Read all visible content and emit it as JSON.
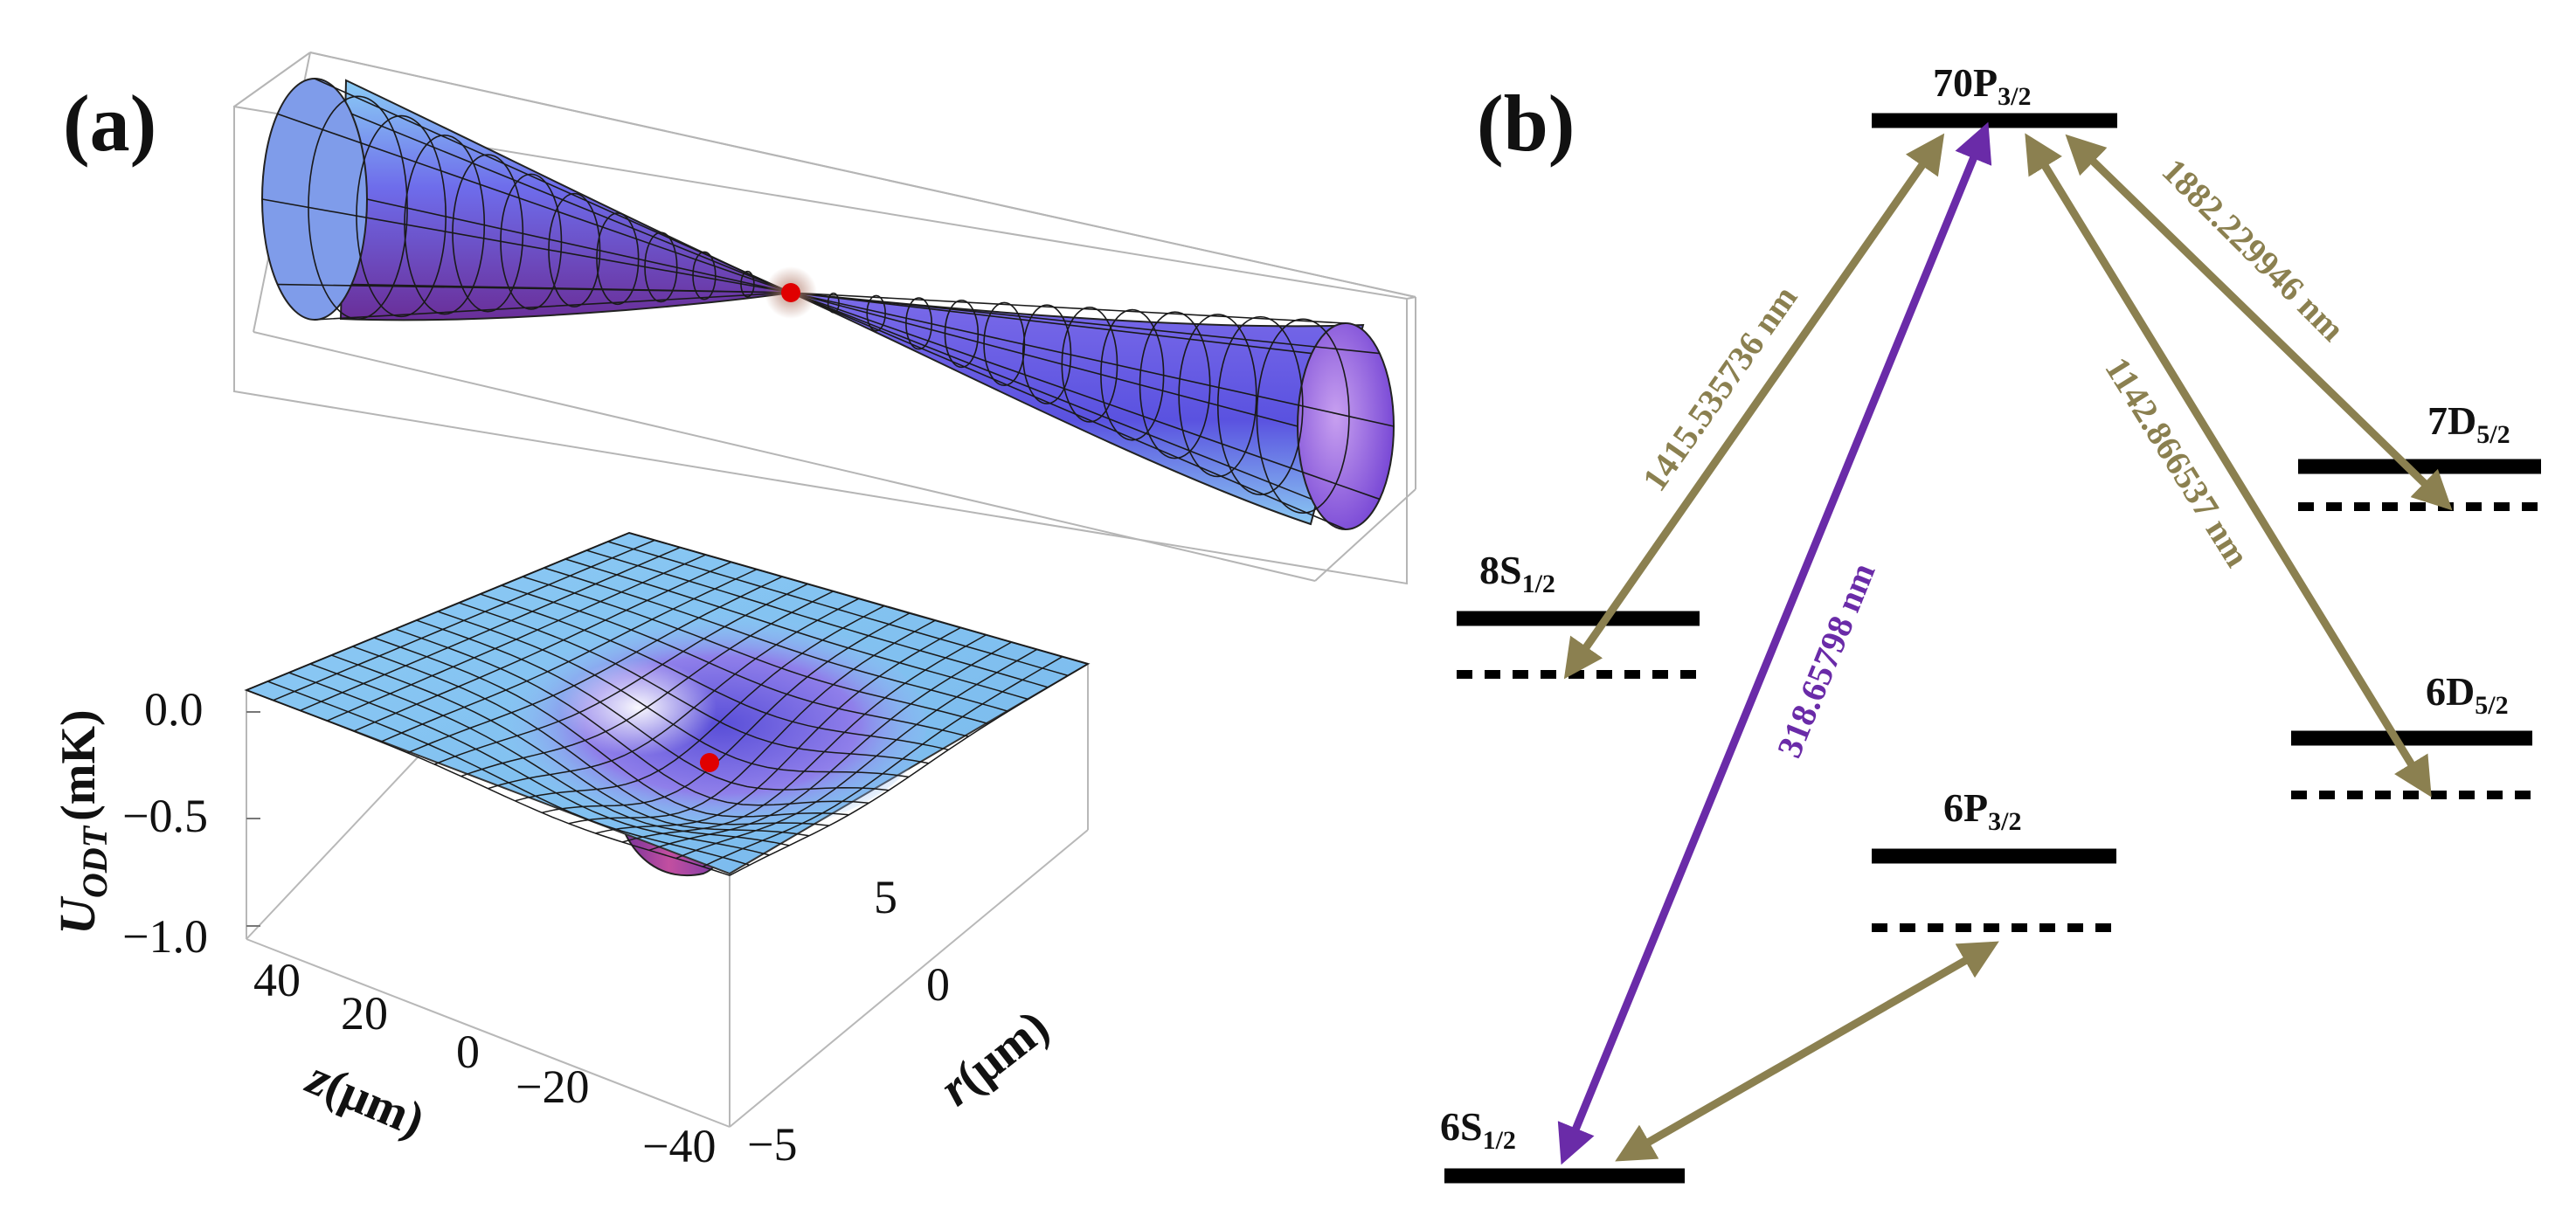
{
  "panel_a": {
    "label": "(a)",
    "potential_axis": {
      "title_main": "U",
      "title_sub": "ODT",
      "unit": "(mK)",
      "ticks": [
        "0.0",
        "−0.5",
        "−1.0"
      ]
    },
    "z_axis": {
      "title_var": "z",
      "unit": "(μm)",
      "ticks": [
        "40",
        "20",
        "0",
        "−20",
        "−40"
      ]
    },
    "r_axis": {
      "title_var": "r",
      "unit": "(μm)",
      "ticks": [
        "5",
        "0",
        "−5"
      ]
    }
  },
  "panel_b": {
    "label": "(b)",
    "levels": [
      {
        "id": "70p",
        "main": "70P",
        "sub": "3/2"
      },
      {
        "id": "8s",
        "main": "8S",
        "sub": "1/2"
      },
      {
        "id": "7d",
        "main": "7D",
        "sub": "5/2"
      },
      {
        "id": "6d",
        "main": "6D",
        "sub": "5/2"
      },
      {
        "id": "6p",
        "main": "6P",
        "sub": "3/2"
      },
      {
        "id": "6s",
        "main": "6S",
        "sub": "1/2"
      }
    ],
    "transitions": [
      {
        "id": "t-8s",
        "label": "1415.535736 nm"
      },
      {
        "id": "t-6s",
        "label": "318.65798 nm"
      },
      {
        "id": "t-6d",
        "label": "1142.866537 nm"
      },
      {
        "id": "t-7d",
        "label": "1882.229946 nm"
      }
    ]
  },
  "colors": {
    "olive_arrow": "#8B8050",
    "purple_arrow": "#6A2BA8",
    "surface_light": "#86C5F2",
    "surface_mid": "#6A6AE8",
    "surface_dark": "#6B2E9A",
    "atom": "#E00000",
    "level_line": "#000000"
  }
}
